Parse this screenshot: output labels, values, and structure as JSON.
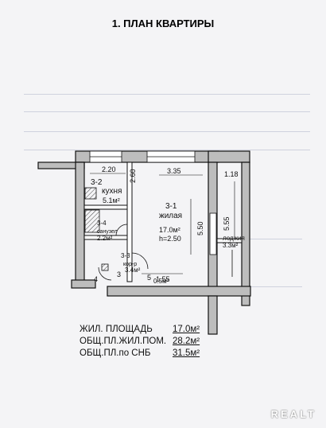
{
  "page_title": "1.  ПЛАН КВАРТИРЫ",
  "rooms": [
    {
      "id": "3-1",
      "name": "жилая",
      "area": "17.0м²",
      "height": "h=2.50"
    },
    {
      "id": "3-2",
      "name": "кухня",
      "area": "5.1м²"
    },
    {
      "id": "3-3",
      "name": "кор-р",
      "area": "3.4м²"
    },
    {
      "id": "3-4",
      "name": "санузел",
      "area": "2.2м²"
    },
    {
      "id": "",
      "name": "лоджия",
      "area": "3.3м²"
    },
    {
      "id": "",
      "name": "",
      "area": "0.5м²"
    }
  ],
  "dimensions": {
    "kitchen_width": "2.20",
    "kitchen_depth": "2.60",
    "room_width": "3.35",
    "loggia_width": "1.18",
    "room_depth": "5.50",
    "loggia_depth": "5.55",
    "corridor_width": "1.55"
  },
  "marks": {
    "mark_3": "3",
    "mark_4": "4",
    "mark_5": "5"
  },
  "summary": {
    "living_area_label": "ЖИЛ. ПЛОЩАДЬ",
    "living_area_value": "17.0м²",
    "total_area_label": "ОБЩ.ПЛ.ЖИЛ.ПОМ.",
    "total_area_value": "28.2м²",
    "snb_area_label": "ОБЩ.ПЛ.по СНБ",
    "snb_area_value": "31.5м²"
  },
  "watermark": "REALT"
}
